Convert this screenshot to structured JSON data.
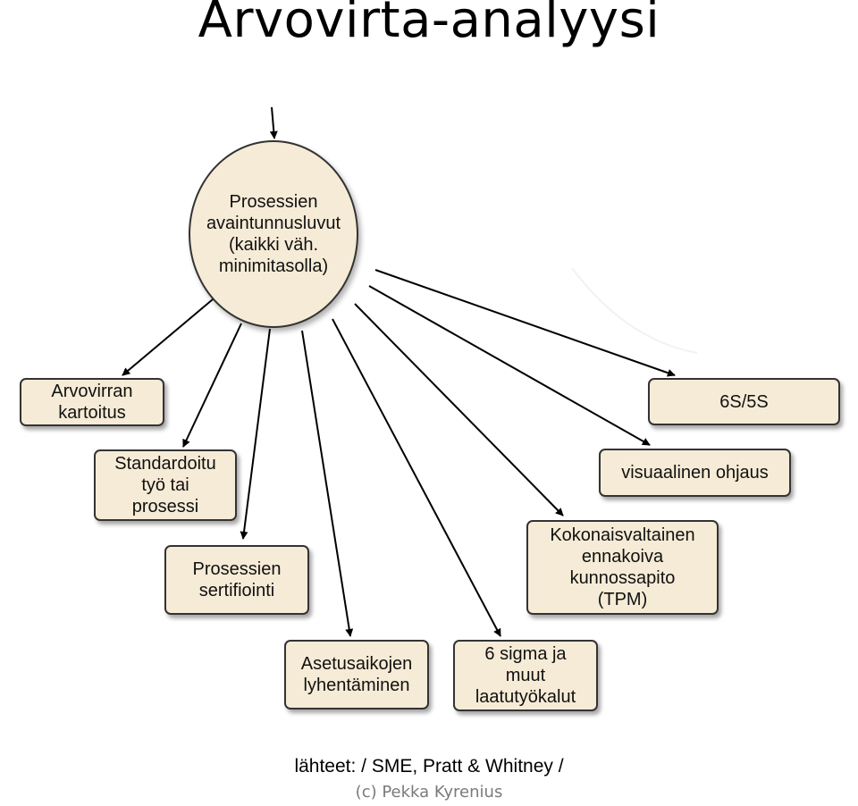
{
  "title": "Arvovirta-analyysi",
  "center": {
    "label": "Prosessien\navaintunnusluvut\n(kaikki väh.\nminimitasolla)"
  },
  "nodes": [
    {
      "id": "arvovirran-kartoitus",
      "label": "Arvovirran\nkartoitus"
    },
    {
      "id": "standardoitu-tyo",
      "label": "Standardoitu\ntyö tai\nprosessi"
    },
    {
      "id": "prosessien-sertifiointi",
      "label": "Prosessien\nsertifiointi"
    },
    {
      "id": "asetusaikojen-lyhentaminen",
      "label": "Asetusaikojen\nlyhentäminen"
    },
    {
      "id": "six-sigma",
      "label": "6 sigma ja\nmuut\nlaatutyökalut"
    },
    {
      "id": "tpm",
      "label": "Kokonaisvaltainen\nennakoiva\nkunnossapito\n(TPM)"
    },
    {
      "id": "visuaalinen-ohjaus",
      "label": "visuaalinen ohjaus"
    },
    {
      "id": "6s-5s",
      "label": "6S/5S"
    }
  ],
  "sources": "lähteet: / SME, Pratt & Whitney /",
  "copyright": "(c) Pekka Kyrenius",
  "colors": {
    "box_fill": "#f6ebd6",
    "border": "#333333",
    "arrow": "#000000",
    "copyright_text": "#7a7a7a"
  }
}
